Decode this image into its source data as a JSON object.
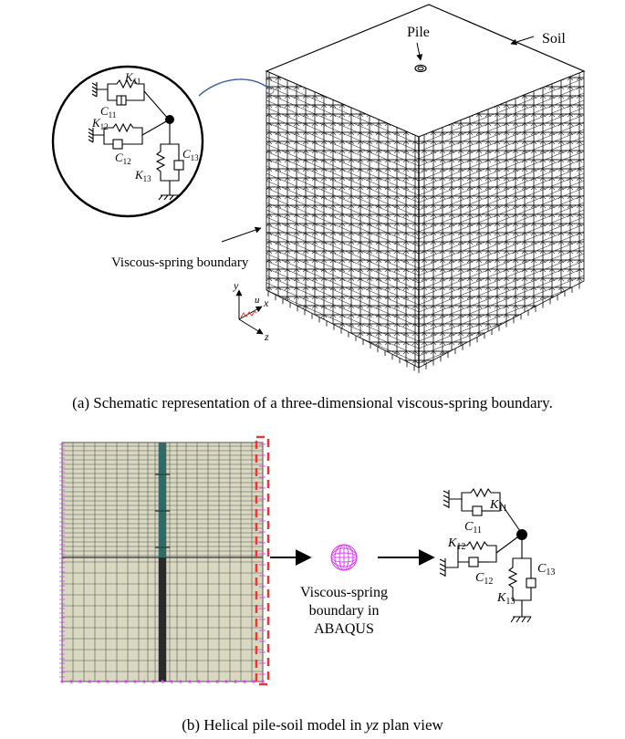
{
  "panel_a": {
    "labels": {
      "pile": "Pile",
      "soil": "Soil",
      "boundary": "Viscous-spring boundary"
    },
    "springs": {
      "k11": "K",
      "k11_sub": "11",
      "c11": "C",
      "c11_sub": "11",
      "k12": "K",
      "k12_sub": "12",
      "c12": "C",
      "c12_sub": "12",
      "k13": "K",
      "k13_sub": "13",
      "c13": "C",
      "c13_sub": "13"
    },
    "axes": {
      "y": "y",
      "x": "x",
      "z": "z",
      "u": "u"
    },
    "caption": "(a) Schematic representation of a three-dimensional viscous-spring boundary."
  },
  "panel_b": {
    "middle_label_line1": "Viscous-spring",
    "middle_label_line2": "boundary in",
    "middle_label_line3": "ABAQUS",
    "springs": {
      "k11": "K",
      "k11_sub": "11",
      "c11": "C",
      "c11_sub": "11",
      "k12": "K",
      "k12_sub": "12",
      "c12": "C",
      "c12_sub": "12",
      "k13": "K",
      "k13_sub": "13",
      "c13": "C",
      "c13_sub": "13"
    },
    "caption_pre": "(b) Helical pile-soil model in ",
    "caption_em": "yz",
    "caption_post": " plan view"
  },
  "colors": {
    "mesh_fill": "#d9d8c1",
    "mesh_line": "#555555",
    "pile_top": "#2e6b66",
    "pile_bottom": "#2a2a2a",
    "boundary_dash": "#e53935",
    "boundary_nodes": "#e040fb",
    "curve": "#3a5fa8"
  }
}
